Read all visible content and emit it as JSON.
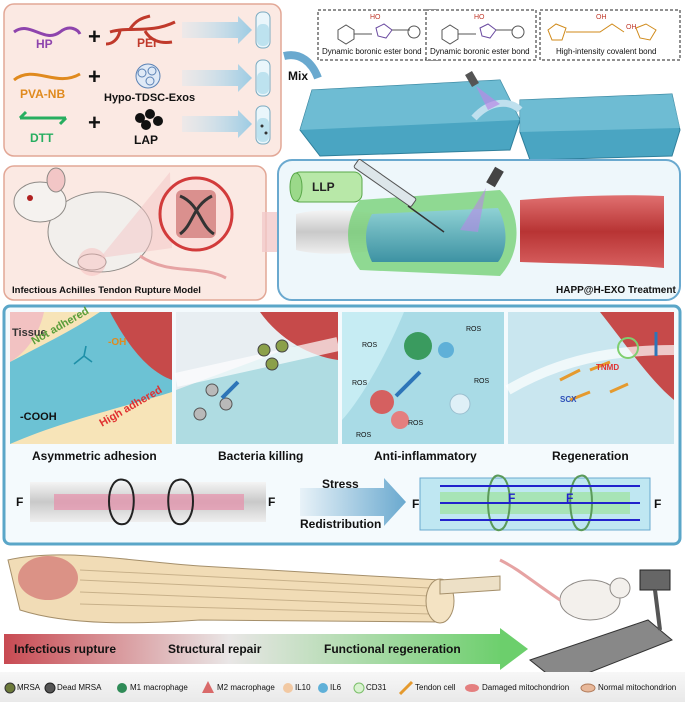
{
  "panel_a": {
    "hp": "HP",
    "pei": "PEI",
    "pva_nb": "PVA-NB",
    "exos": "Hypo-TDSC-Exos",
    "dtt": "DTT",
    "lap": "LAP",
    "plus": "+",
    "mix": "Mix",
    "bond1": "Dynamic boronic ester bond",
    "bond2": "Dynamic boronic ester bond",
    "bond3": "High-intensity covalent bond",
    "ho1": "HO",
    "ho2": "HO",
    "oh3": "OH",
    "oh4": "OH"
  },
  "panel_b": {
    "model_title": "Infectious Achilles Tendon Rupture Model",
    "llp": "LLP",
    "treatment": "HAPP@H-EXO Treatment"
  },
  "panel_c": {
    "tissue": "Tissue",
    "not_adhered": "Not adhered",
    "high_adhered": "High adhered",
    "oh": "-OH",
    "cooh": "-COOH",
    "ros": "ROS",
    "tnmd": "TNMD",
    "scx": "SCX",
    "captions": [
      "Asymmetric adhesion",
      "Bacteria killing",
      "Anti-inflammatory",
      "Regeneration"
    ],
    "stress": "Stress",
    "redistribution": "Redistribution",
    "force": "F"
  },
  "panel_d": {
    "stages": [
      "Infectious rupture",
      "Structural repair",
      "Functional regeneration"
    ]
  },
  "legend": [
    {
      "label": "MRSA",
      "icon": "mrsa-icon"
    },
    {
      "label": "Dead MRSA",
      "icon": "dead-mrsa-icon"
    },
    {
      "label": "M1 macrophage",
      "icon": "m1-macrophage-icon"
    },
    {
      "label": "M2 macrophage",
      "icon": "m2-macrophage-icon"
    },
    {
      "label": "IL10",
      "icon": "il10-icon"
    },
    {
      "label": "IL6",
      "icon": "il6-icon"
    },
    {
      "label": "CD31",
      "icon": "cd31-icon"
    },
    {
      "label": "Tendon cell",
      "icon": "tendon-cell-icon"
    },
    {
      "label": "Damaged mitochondrion",
      "icon": "damaged-mitochondrion-icon"
    },
    {
      "label": "Normal mitochondrion",
      "icon": "normal-mitochondrion-icon"
    }
  ],
  "colors": {
    "hp": "#8e44ad",
    "pei": "#c0392b",
    "pva_nb": "#e08a1e",
    "exos": "#2c3e50",
    "dtt": "#27ae60",
    "tendon_red": "#c94a4a",
    "gel_blue": "#5fb3c9",
    "panel_border": "#5aa6c8"
  }
}
